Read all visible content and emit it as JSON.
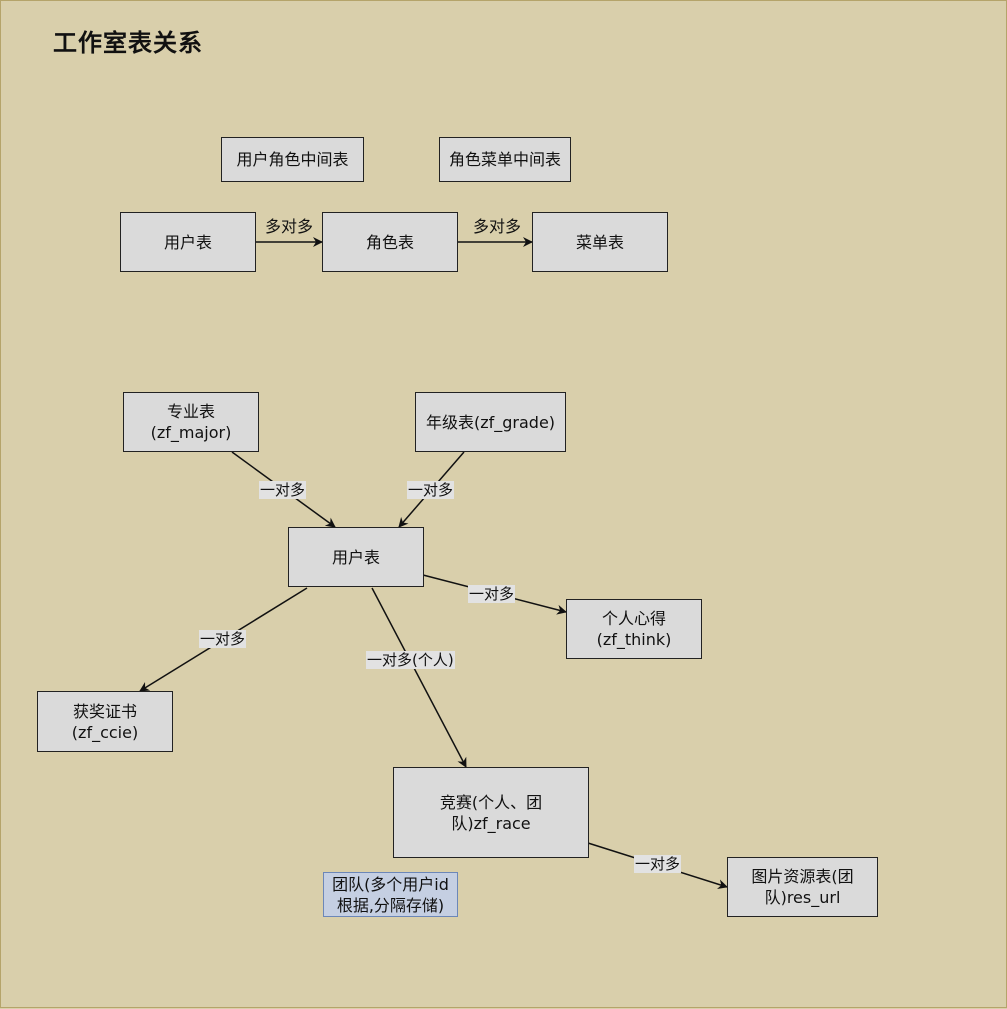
{
  "title": "工作室表关系",
  "nodes": {
    "user_role_mid": "用户角色中间表",
    "role_menu_mid": "角色菜单中间表",
    "user_top": "用户表",
    "role": "角色表",
    "menu": "菜单表",
    "major": "专业表\n(zf_major)",
    "grade": "年级表(zf_grade)",
    "user_center": "用户表",
    "think": "个人心得\n(zf_think)",
    "ccie": "获奖证书\n(zf_ccie)",
    "race": "竞赛(个人、团\n队)zf_race",
    "res": "图片资源表(团\n队)res_url"
  },
  "note": "团队(多个用户id\n根据,分隔存储)",
  "edge_labels": {
    "user_role": "多对多",
    "role_menu": "多对多",
    "major_user": "一对多",
    "grade_user": "一对多",
    "user_think": "一对多",
    "user_ccie": "一对多",
    "user_race": "一对多(个人)",
    "race_res": "一对多"
  }
}
